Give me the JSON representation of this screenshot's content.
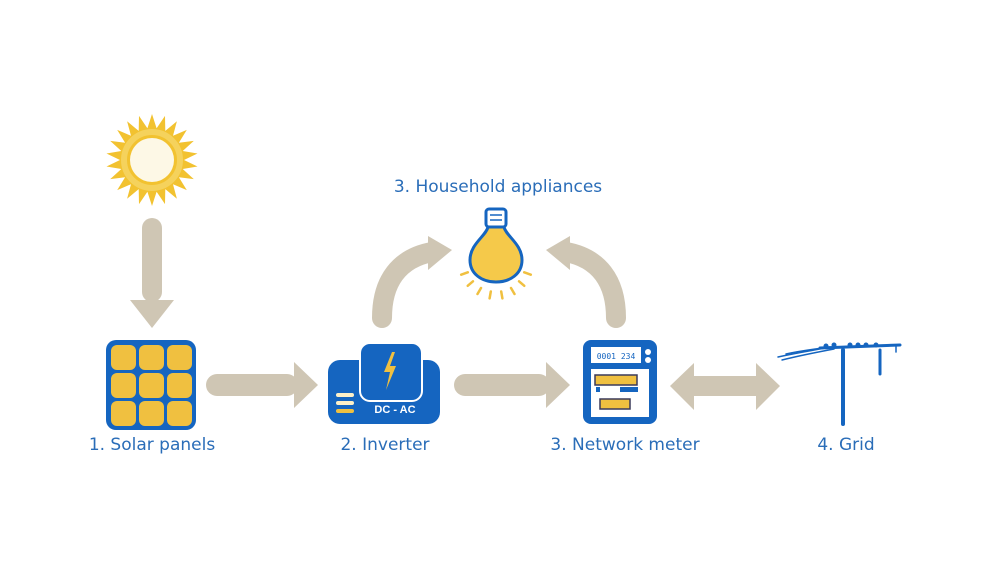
{
  "diagram": {
    "nodes": [
      {
        "id": "sun",
        "label": "",
        "icon": "sun-icon"
      },
      {
        "id": "solar",
        "label": "1. Solar panels",
        "icon": "solar-panel-icon"
      },
      {
        "id": "inverter",
        "label": "2. Inverter",
        "icon": "inverter-icon",
        "icon_text": "DC - AC"
      },
      {
        "id": "appliances",
        "label": "3. Household appliances",
        "icon": "light-bulb-icon"
      },
      {
        "id": "meter",
        "label": "3. Network meter",
        "icon": "network-meter-icon",
        "display_value": "0001 234"
      },
      {
        "id": "grid",
        "label": "4. Grid",
        "icon": "power-pole-icon"
      }
    ],
    "edges": [
      {
        "from": "sun",
        "to": "solar",
        "direction": "one-way"
      },
      {
        "from": "solar",
        "to": "inverter",
        "direction": "one-way"
      },
      {
        "from": "inverter",
        "to": "appliances",
        "direction": "one-way"
      },
      {
        "from": "inverter",
        "to": "meter",
        "direction": "one-way"
      },
      {
        "from": "meter",
        "to": "appliances",
        "direction": "one-way"
      },
      {
        "from": "meter",
        "to": "grid",
        "direction": "two-way"
      }
    ],
    "colors": {
      "primary_blue": "#1565c0",
      "label_blue": "#2a6db8",
      "accent_yellow": "#f0c040",
      "sun_yellow": "#f2c230",
      "arrow_beige": "#cfc6b4"
    }
  }
}
